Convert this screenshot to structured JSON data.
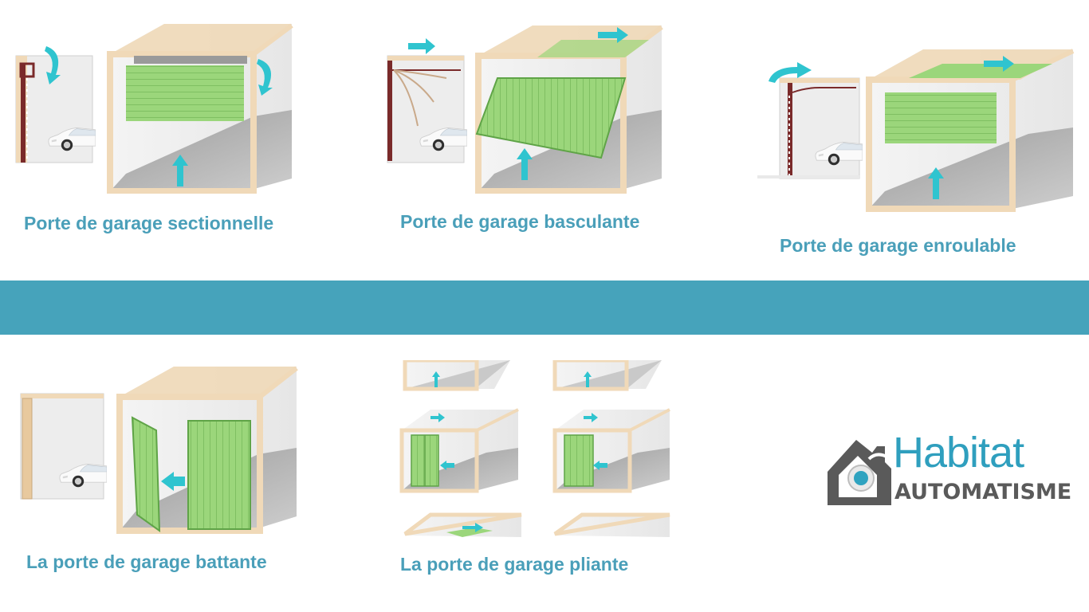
{
  "captions": {
    "sectional": "Porte de garage sectionnelle",
    "tilting": "Porte de garage basculante",
    "rolling": "Porte de garage enroulable",
    "swinging": "La porte de garage battante",
    "folding": "La porte de garage pliante"
  },
  "logo": {
    "line1": "Habitat",
    "line2": "AUTOMATISME"
  },
  "colors": {
    "accent": "#46a3bb",
    "caption": "#4a9fb9",
    "door_green": "#9ad67a",
    "frame_beige": "#f0d9b8",
    "arrow": "#2fc4cf",
    "logo_gray": "#5a5a5a"
  }
}
